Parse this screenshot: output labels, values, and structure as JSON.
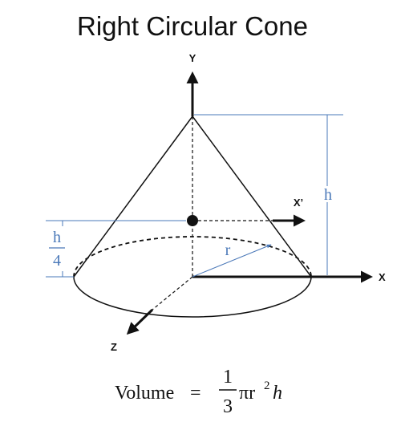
{
  "title": "Right Circular Cone",
  "axes": {
    "y_label": "Y",
    "x_label": "X",
    "z_label": "Z",
    "x_prime_label": "X’"
  },
  "dimensions": {
    "height_label": "h",
    "radius_label": "r",
    "centroid_numerator": "h",
    "centroid_denominator": "4"
  },
  "formula": {
    "lhs": "Volume",
    "equals": "=",
    "numerator": "1",
    "denominator": "3",
    "pi_r": "πr",
    "exponent": "2",
    "h": "h"
  },
  "colors": {
    "line": "#111111",
    "dimension": "#4a78b8"
  }
}
